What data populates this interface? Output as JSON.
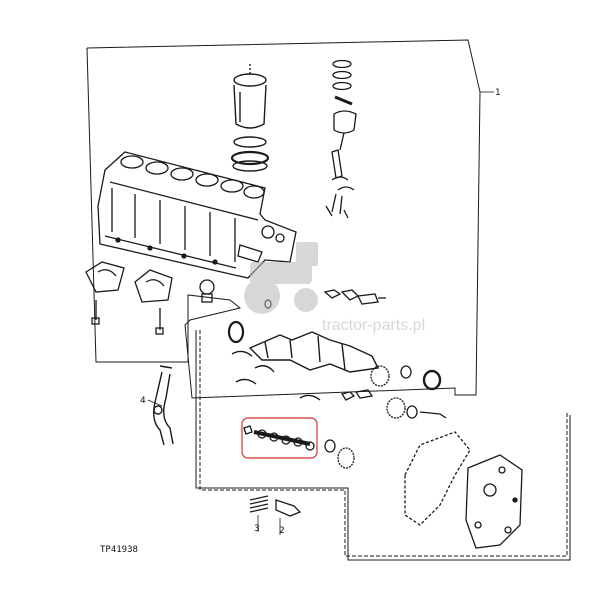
{
  "diagram": {
    "figure_id": "TP41938",
    "callouts": [
      "1",
      "2",
      "3",
      "4"
    ],
    "highlight_color": "#d9534f",
    "line_color": "#1a1a1a",
    "watermark": {
      "text": "tractor-parts.pl",
      "icon": "tractor-icon",
      "color": "#b8b8b8"
    }
  }
}
